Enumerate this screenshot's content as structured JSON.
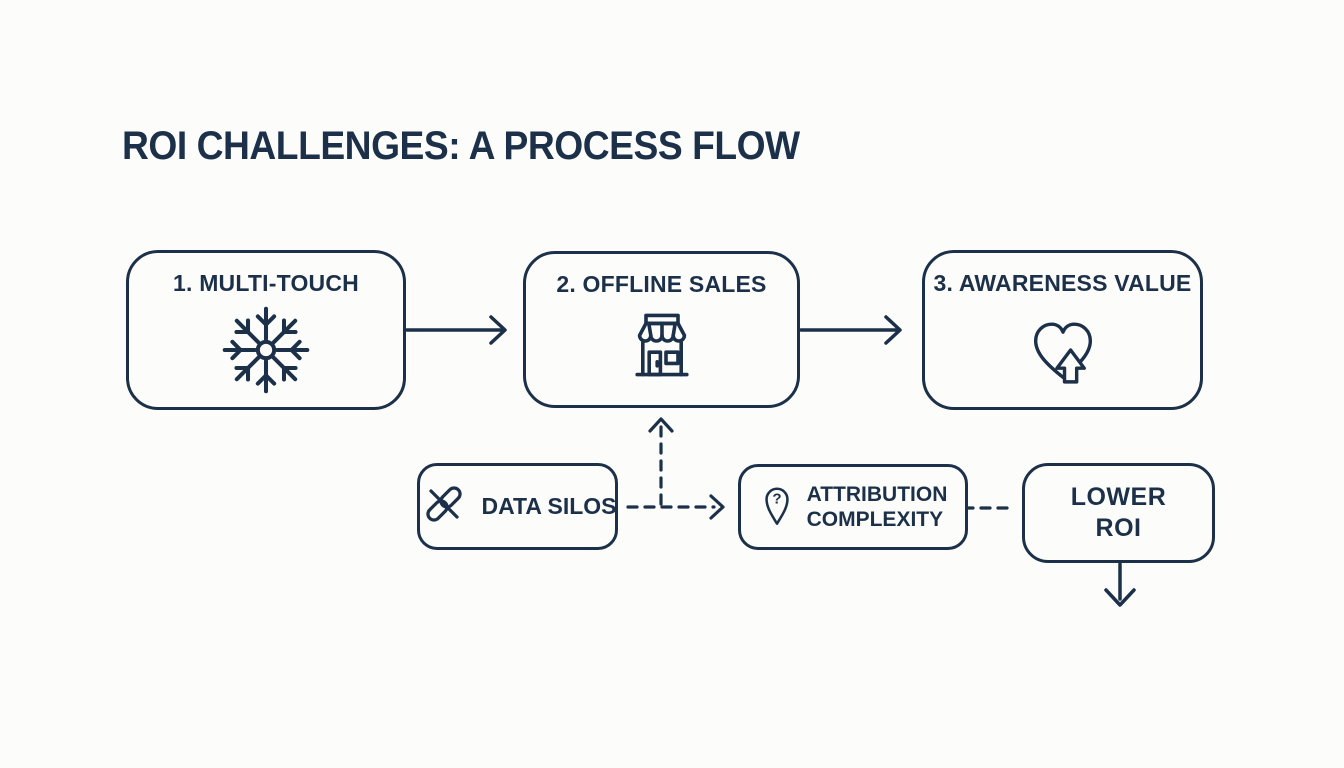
{
  "title": "ROI CHALLENGES: A PROCESS FLOW",
  "theme": {
    "ink": "#1c3149",
    "background": "#fcfcfa"
  },
  "flow": {
    "steps": [
      {
        "id": "multi-touch",
        "label": "1. MULTI-TOUCH",
        "icon": "snowflake-convergence-icon"
      },
      {
        "id": "offline-sales",
        "label": "2. OFFLINE SALES",
        "icon": "storefront-icon"
      },
      {
        "id": "awareness-value",
        "label": "3. AWARENESS VALUE",
        "icon": "heart-up-arrow-icon"
      }
    ],
    "challenges": [
      {
        "id": "data-silos",
        "label": "DATA SILOS",
        "icon": "broken-link-icon"
      },
      {
        "id": "attribution-complexity",
        "lines": [
          "ATTRIBUTION",
          "COMPLEXITY"
        ],
        "icon": "question-pin-icon",
        "icon_glyph": "?"
      },
      {
        "id": "lower-roi",
        "lines": [
          "LOWER",
          "ROI"
        ]
      }
    ]
  }
}
